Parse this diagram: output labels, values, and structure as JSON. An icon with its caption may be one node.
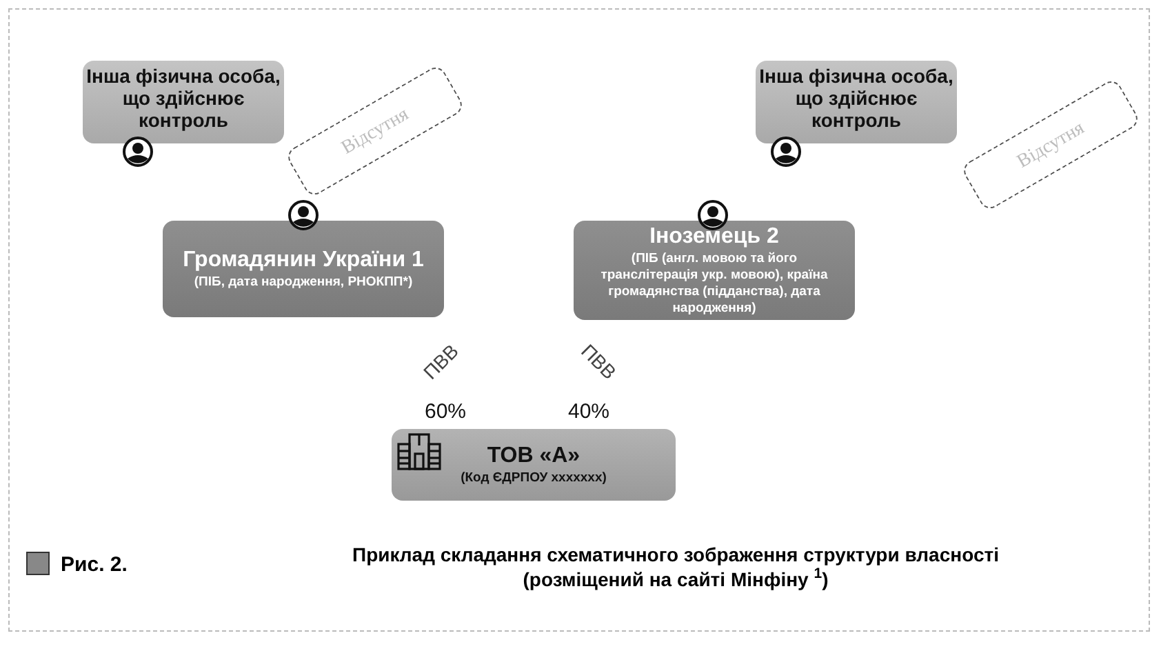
{
  "diagram": {
    "caption": "Приклад складання схематичного зображення структури власності (розміщений на сайті Мінфіну $^{1}$)",
    "nodes": [
      {
        "text": [
          "Інша фізична особа, що здійснює контроль"
        ]
      },
      {
        "text": [
          "Відсутня"
        ]
      },
      {
        "text": [
          "Громадянин України 1",
          "(ПІБ, дата народження, РНОКПП*)"
        ]
      },
      {
        "text": [
          "Інша фізична особа, що здійснює контроль"
        ]
      },
      {
        "text": [
          "Відсутня"
        ]
      },
      {
        "text": [
          "Іноземець 2",
          "(ПІБ (англ. мовою та його транслітерація укр. мовою), країна громадянства (підданства), дата народження)"
        ]
      },
      {
        "text": [
          "ТОВ «А»",
          "(Код ЄДРПОУ xxxxxxx)"
        ]
      }
    ],
    "labels": [
      "ПВВ",
      "ПВВ",
      "60%",
      "40%",
      "Рис. 2."
    ]
  }
}
